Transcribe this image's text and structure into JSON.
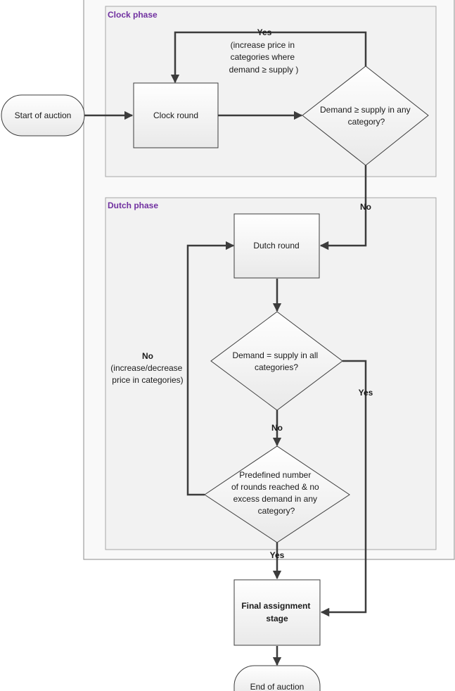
{
  "phases": {
    "clock": "Clock phase",
    "dutch": "Dutch phase"
  },
  "nodes": {
    "start": "Start of auction",
    "clock_round": "Clock round",
    "clock_decision": [
      "Demand ≥ supply in any",
      "category?"
    ],
    "dutch_round": "Dutch round",
    "dutch_decision": [
      "Demand = supply in all",
      "categories?"
    ],
    "rounds_decision": [
      "Predefined number",
      "of rounds reached & no",
      "excess demand in any",
      "category?"
    ],
    "final": [
      "Final assignment",
      "stage"
    ],
    "end": "End of auction"
  },
  "edges": {
    "clock_yes": {
      "label": "Yes",
      "note": [
        "(increase price in",
        "categories where",
        "demand ≥ supply )"
      ]
    },
    "clock_no": {
      "label": "No"
    },
    "dutch_yes": {
      "label": "Yes"
    },
    "dutch_no": {
      "label": "No"
    },
    "rounds_no": {
      "label": "No",
      "note": [
        "(increase/decrease",
        "price in categories)"
      ]
    },
    "rounds_yes": {
      "label": "Yes"
    }
  }
}
